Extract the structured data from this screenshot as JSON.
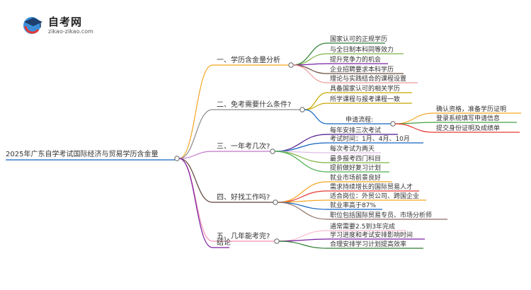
{
  "logo": {
    "title": "自考网",
    "url": "zikao-zikao.com"
  },
  "root": "2025年广东自学考试国际经济与贸易学历含金量",
  "branches": [
    {
      "label": "一、学历含金量分析",
      "color": "#f5a623",
      "children": [
        {
          "label": "国家认可的正规学历",
          "color": "#2e7d32"
        },
        {
          "label": "与全日制本科同等效力",
          "color": "#7cb342"
        },
        {
          "label": "提升竞争力的机会",
          "color": "#7b1fa2"
        },
        {
          "label": "企业招聘要求本科学历",
          "color": "#6d4c41"
        },
        {
          "label": "理论与实践结合的课程设置",
          "color": "#ef9a9a"
        }
      ]
    },
    {
      "label": "二、免考需要什么条件?",
      "color": "#8d8d8d",
      "children": [
        {
          "label": "具备国家认可的相关学历",
          "color": "#c6a800"
        },
        {
          "label": "所学课程与报考课程一致",
          "color": "#c6a800"
        },
        {
          "label": "申请流程:",
          "color": "#1565c0",
          "children": [
            {
              "label": "确认资格，准备学历证明",
              "color": "#f5a623"
            },
            {
              "label": "登录系统填写申请信息",
              "color": "#43a047"
            },
            {
              "label": "提交身份证明及成绩单",
              "color": "#e53935"
            }
          ]
        }
      ]
    },
    {
      "label": "三、一年考几次?",
      "color": "#c078c8",
      "children": [
        {
          "label": "每年安排三次考试",
          "color": "#4a148c"
        },
        {
          "label": "考试时间：1月、4月、10月",
          "color": "#1565c0"
        },
        {
          "label": "每次考试为两天",
          "color": "#e1bee7"
        },
        {
          "label": "最多报考四门科目",
          "color": "#7cb342"
        },
        {
          "label": "提前做好复习计划",
          "color": "#4caf50"
        }
      ]
    },
    {
      "label": "四、好找工作吗?",
      "color": "#5d4037",
      "children": [
        {
          "label": "就业市场前景良好",
          "color": "#f5a623"
        },
        {
          "label": "需求持续增长的国际贸易人才",
          "color": "#e53935"
        },
        {
          "label": "适合岗位：外贸公司、跨国企业",
          "color": "#f5a623"
        },
        {
          "label": "就业率高于87%",
          "color": "#1565c0"
        },
        {
          "label": "职位包括国际贸易专员、市场分析师",
          "color": "#8d6e63"
        }
      ]
    },
    {
      "label": "五、几年能考完?",
      "color": "#f48fb1",
      "children": [
        {
          "label": "通常需要2.5到3年完成",
          "color": "#f8bbd0"
        },
        {
          "label": "学习进度和考试安排影响时间",
          "color": "#7b1fa2"
        },
        {
          "label": "合理安排学习计划提高效率",
          "color": "#2e7d32"
        }
      ]
    },
    {
      "label": "结论",
      "color": "#7b1fa2",
      "children": []
    }
  ]
}
